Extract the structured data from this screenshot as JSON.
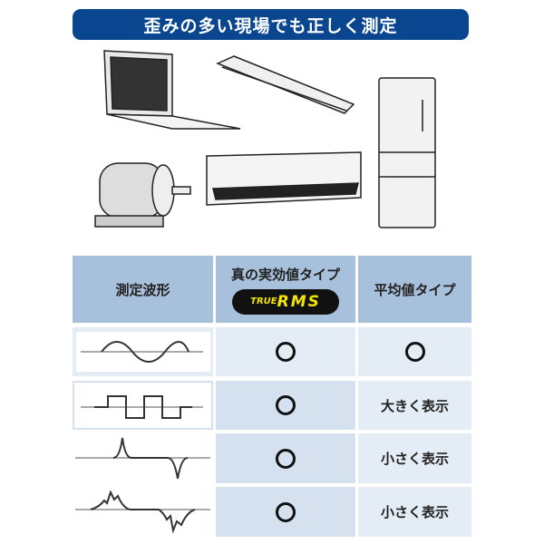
{
  "banner": {
    "title": "歪みの多い現場でも正しく測定"
  },
  "table": {
    "headers": {
      "waveform": "測定波形",
      "true_rms": "真の実効値タイプ",
      "average": "平均値タイプ"
    },
    "badge": {
      "small": "TRUE",
      "big": "RMS"
    },
    "rows": [
      {
        "waveform": "sine",
        "true_rms": "○",
        "average": "○"
      },
      {
        "waveform": "square",
        "true_rms": "○",
        "average": "大きく表示"
      },
      {
        "waveform": "pulse",
        "true_rms": "○",
        "average": "小さく表示"
      },
      {
        "waveform": "distorted-pulse",
        "true_rms": "○",
        "average": "小さく表示"
      }
    ]
  }
}
